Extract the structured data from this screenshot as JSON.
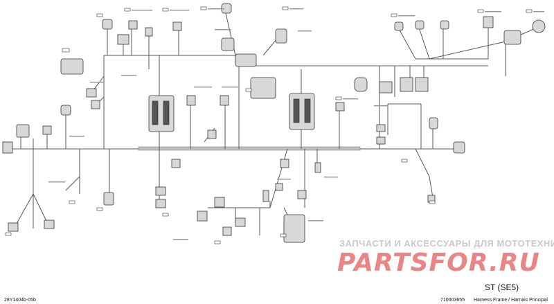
{
  "watermark": {
    "caption": "ЗАПЧАСТИ И АКСЕССУАРЫ ДЛЯ МОТОТЕХНИКИ",
    "logo_text": "PARTSFOR.RU"
  },
  "model": "ST (SE5)",
  "drawing_id": "28Y1404b-05b",
  "part_number": "710003655",
  "title": "Harness Frame / Harnais Principal",
  "colors": {
    "wire": "#555555",
    "watermark_red": "#e98585",
    "watermark_grey": "#c9c9c9"
  }
}
